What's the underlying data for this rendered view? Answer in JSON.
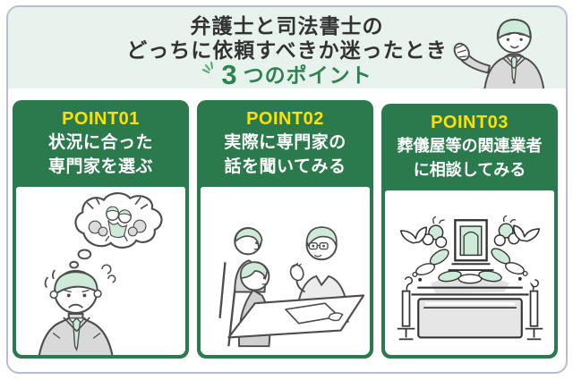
{
  "header": {
    "title_line1": "弁護士と司法書士の",
    "title_line2": "どっちに依頼すべきか迷ったとき",
    "points_number": "3",
    "points_label": "つのポイント",
    "bg_color": "#e8f3ed",
    "text_color": "#333333",
    "accent_green": "#2e8251",
    "illustration": "presenter-man-icon"
  },
  "cards": [
    {
      "badge": "POINT01",
      "line1": "状況に合った",
      "line2": "専門家を選ぶ",
      "illustration": "worried-man-thought-bubble-icon"
    },
    {
      "badge": "POINT02",
      "line1": "実際に専門家の",
      "line2": "話を聞いてみる",
      "illustration": "consultation-meeting-icon"
    },
    {
      "badge": "POINT03",
      "line1": "葬儀屋等の関連業者",
      "line2": "に相談してみる",
      "illustration": "funeral-altar-icon"
    }
  ],
  "colors": {
    "card_green": "#2b7a4e",
    "badge_yellow": "#ffe100",
    "mint_green": "#cdebd8",
    "suit_gray": "#d9d9d9",
    "outline": "#4d4d4d",
    "frame_border": "#b8bcd6"
  }
}
